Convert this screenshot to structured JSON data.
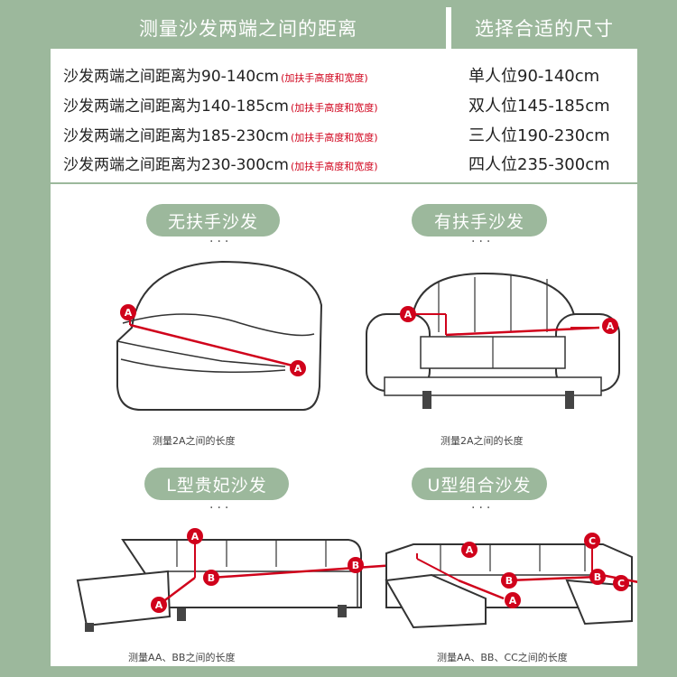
{
  "header": {
    "left_title": "测量沙发两端之间的距离",
    "right_title": "选择合适的尺寸"
  },
  "measure_rows": [
    {
      "text": "沙发两端之间距离为90-140cm",
      "note": "(加扶手高度和宽度)"
    },
    {
      "text": "沙发两端之间距离为140-185cm",
      "note": "(加扶手高度和宽度)"
    },
    {
      "text": "沙发两端之间距离为185-230cm",
      "note": "(加扶手高度和宽度)"
    },
    {
      "text": "沙发两端之间距离为230-300cm",
      "note": "(加扶手高度和宽度)"
    }
  ],
  "sizes": [
    "单人位90-140cm",
    "双人位145-185cm",
    "三人位190-230cm",
    "四人位235-300cm"
  ],
  "panels": [
    {
      "title": "无扶手沙发",
      "dots": "...",
      "caption": "测量2A之间的长度"
    },
    {
      "title": "有扶手沙发",
      "dots": "...",
      "caption": "测量2A之间的长度"
    },
    {
      "title": "L型贵妃沙发",
      "dots": "...",
      "caption": "测量AA、BB之间的长度"
    },
    {
      "title": "U型组合沙发",
      "dots": "...",
      "caption": "测量AA、BB、CC之间的长度"
    }
  ],
  "markers": {
    "a": "A",
    "b": "B",
    "c": "C"
  },
  "colors": {
    "accent_green": "#9cb89c",
    "marker_red": "#d0021b",
    "note_red": "#d0021b"
  }
}
